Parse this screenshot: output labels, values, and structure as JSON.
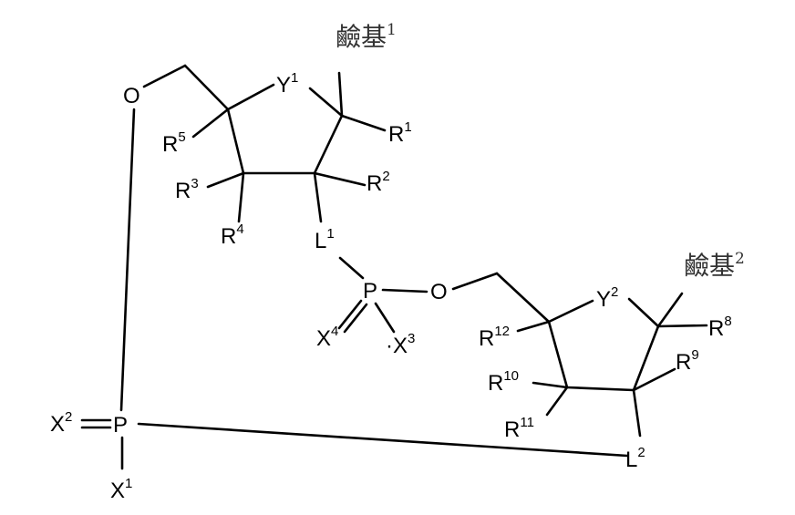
{
  "labels": {
    "base1": {
      "text": "鹼基",
      "sup": "1"
    },
    "base2": {
      "text": "鹼基",
      "sup": "2"
    },
    "y1": {
      "text": "Y",
      "sup": "1"
    },
    "y2": {
      "text": "Y",
      "sup": "2"
    },
    "o_top": {
      "text": "O"
    },
    "o_mid": {
      "text": "O"
    },
    "r1": {
      "text": "R",
      "sup": "1"
    },
    "r2": {
      "text": "R",
      "sup": "2"
    },
    "r3": {
      "text": "R",
      "sup": "3"
    },
    "r4": {
      "text": "R",
      "sup": "4"
    },
    "r5": {
      "text": "R",
      "sup": "5"
    },
    "r8": {
      "text": "R",
      "sup": "8"
    },
    "r9": {
      "text": "R",
      "sup": "9"
    },
    "r10": {
      "text": "R",
      "sup": "10"
    },
    "r11": {
      "text": "R",
      "sup": "11"
    },
    "r12": {
      "text": "R",
      "sup": "12"
    },
    "l1": {
      "text": "L",
      "sup": "1"
    },
    "l2": {
      "text": "L",
      "sup": "2"
    },
    "p_mid": {
      "text": "P"
    },
    "p_left": {
      "text": "P"
    },
    "x1": {
      "text": "X",
      "sup": "1"
    },
    "x2": {
      "text": "X",
      "sup": "2"
    },
    "x3": {
      "text": "·X",
      "sup": "3"
    },
    "x4": {
      "text": "X",
      "sup": "4"
    }
  }
}
